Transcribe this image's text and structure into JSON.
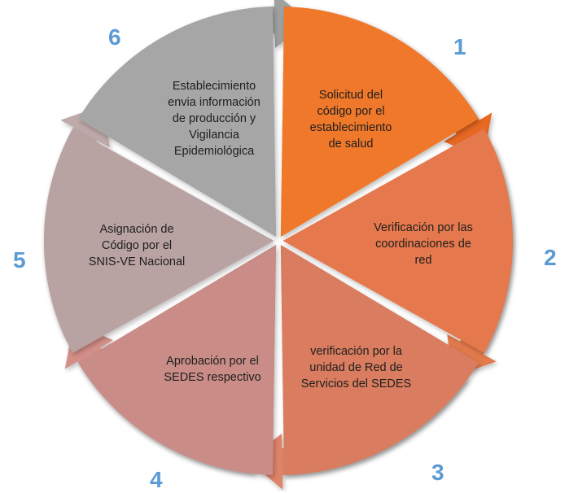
{
  "diagram": {
    "steps": [
      {
        "number": "1",
        "text": "Solicitud del\ncódigo por el\nestablecimiento\nde salud",
        "fill": "#f0782a",
        "arrow": "#e86820"
      },
      {
        "number": "2",
        "text": "Verificación por las\ncoordinaciones de\nred",
        "fill": "#e5794d",
        "arrow": "#e27a4c"
      },
      {
        "number": "3",
        "text": "verificación por la\nunidad de Red de\nServicios del SEDES",
        "fill": "#d97c5e",
        "arrow": "#de8468"
      },
      {
        "number": "4",
        "text": "Aprobación por el\nSEDES respectivo",
        "fill": "#c98c86",
        "arrow": "#d49088"
      },
      {
        "number": "5",
        "text": "Asignación de\nCódigo  por el\nSNIS-VE Nacional",
        "fill": "#b9a2a2",
        "arrow": "#bfa9aa"
      },
      {
        "number": "6",
        "text": "Establecimiento\nenvia información\nde producción y\nVigilancia\nEpidemiológica",
        "fill": "#a6a6a6",
        "arrow": "#9fa0a0"
      }
    ]
  }
}
